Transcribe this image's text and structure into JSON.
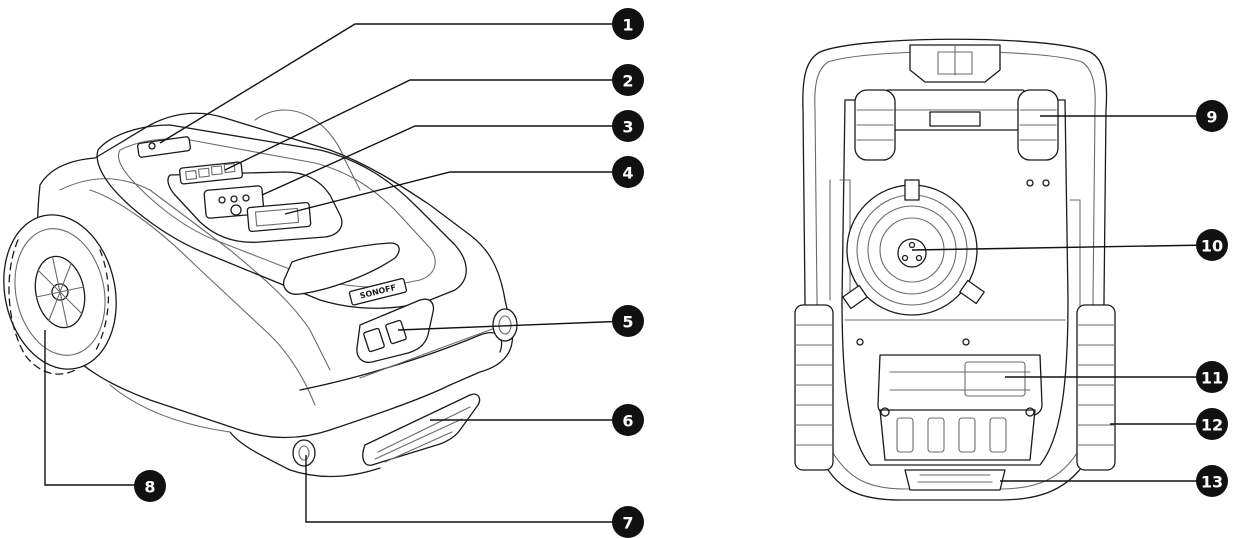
{
  "figure": {
    "left_view": {
      "brand_plate_text": "SONOFF",
      "callouts": [
        "1",
        "2",
        "3",
        "4",
        "5",
        "6",
        "7",
        "8"
      ]
    },
    "right_view": {
      "callouts": [
        "9",
        "10",
        "11",
        "12",
        "13"
      ]
    }
  }
}
